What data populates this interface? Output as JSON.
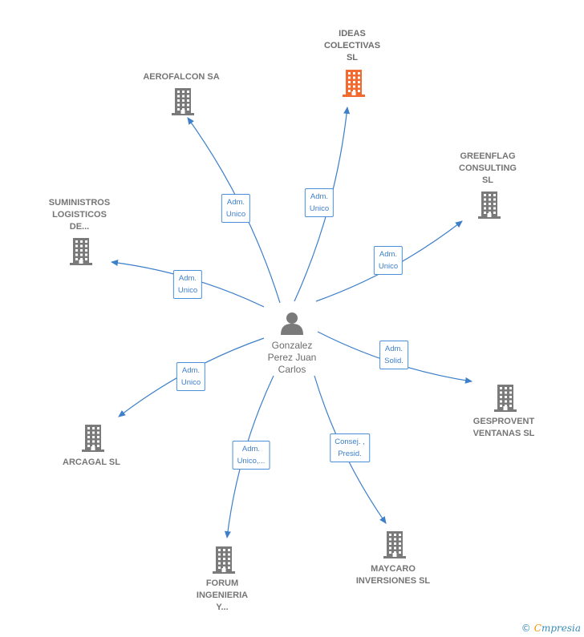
{
  "center": {
    "name": "Gonzalez\nPerez Juan\nCarlos",
    "icon": "person-icon"
  },
  "colors": {
    "edge": "#3d7fc9",
    "building": "#7a7a7a",
    "highlight": "#f26a2e"
  },
  "companies": [
    {
      "id": "ideas-colectivas",
      "label": "IDEAS\nCOLECTIVAS\nSL",
      "highlight": true,
      "relation": "Adm.\nUnico",
      "icon": "building-icon"
    },
    {
      "id": "aerofalcon",
      "label": "AEROFALCON SA",
      "highlight": false,
      "relation": "Adm.\nUnico",
      "icon": "building-icon"
    },
    {
      "id": "greenflag",
      "label": "GREENFLAG\nCONSULTING\nSL",
      "highlight": false,
      "relation": "Adm.\nUnico",
      "icon": "building-icon"
    },
    {
      "id": "suministros",
      "label": "SUMINISTROS\nLOGISTICOS\nDE...",
      "highlight": false,
      "relation": "Adm.\nUnico",
      "icon": "building-icon"
    },
    {
      "id": "gesprovent",
      "label": "GESPROVENT\nVENTANAS  SL",
      "highlight": false,
      "relation": "Adm.\nSolid.",
      "icon": "building-icon"
    },
    {
      "id": "arcagal",
      "label": "ARCAGAL SL",
      "highlight": false,
      "relation": "Adm.\nUnico",
      "icon": "building-icon"
    },
    {
      "id": "forum",
      "label": "FORUM\nINGENIERIA\nY...",
      "highlight": false,
      "relation": "Adm.\nUnico,...",
      "icon": "building-icon"
    },
    {
      "id": "maycaro",
      "label": "MAYCARO\nINVERSIONES SL",
      "highlight": false,
      "relation": "Consej. ,\nPresid.",
      "icon": "building-icon"
    }
  ],
  "footer": {
    "copyright": "©",
    "brand_first": "C",
    "brand_rest": "mpresia"
  }
}
